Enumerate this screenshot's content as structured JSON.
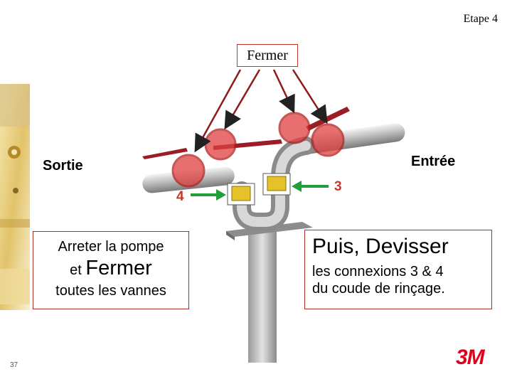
{
  "header": {
    "step": "Etape 4"
  },
  "labels": {
    "fermer": "Fermer",
    "sortie": "Sortie",
    "entree": "Entrée",
    "num4": "4",
    "num3": "3"
  },
  "left_box": {
    "line1": "Arreter la pompe",
    "line2_small": "et",
    "line2_big": "Fermer",
    "line3": "toutes les vannes"
  },
  "right_box": {
    "heading": "Puis, Devisser",
    "line1": "les connexions 3 & 4",
    "line2": "du coude de rinçage."
  },
  "footer": {
    "page_number": "37",
    "logo": "3M"
  },
  "colors": {
    "accent_red": "#c0392b",
    "arrow_green": "#1f9e3a",
    "logo_red": "#e0001a"
  }
}
